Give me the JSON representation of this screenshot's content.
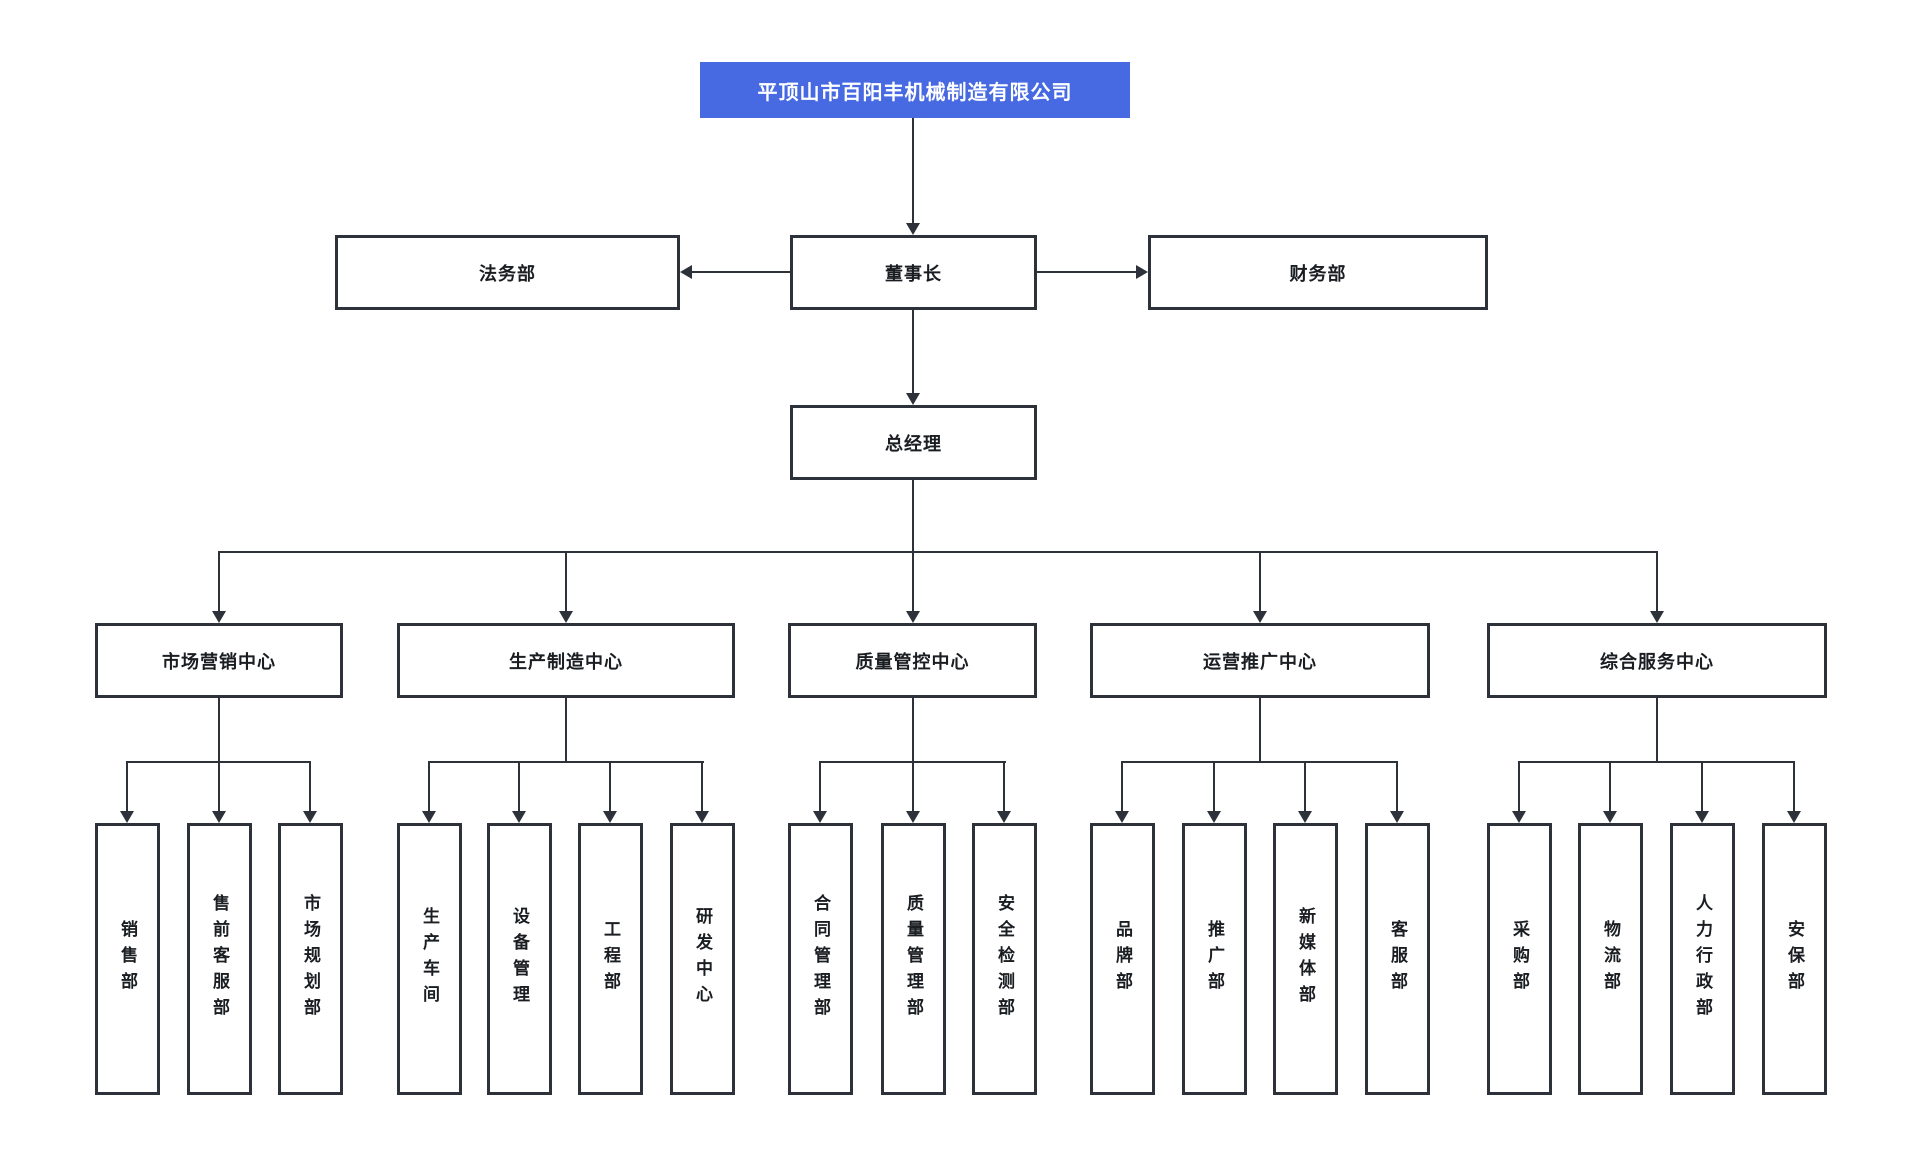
{
  "org": {
    "company": "平顶山市百阳丰机械制造有限公司",
    "board": {
      "legal": "法务部",
      "chairman": "董事长",
      "finance": "财务部",
      "general_manager": "总经理"
    },
    "centers": [
      {
        "label": "市场营销中心",
        "departments": [
          "销售部",
          "售前客服部",
          "市场规划部"
        ]
      },
      {
        "label": "生产制造中心",
        "departments": [
          "生产车间",
          "设备管理",
          "工程部",
          "研发中心"
        ]
      },
      {
        "label": "质量管控中心",
        "departments": [
          "合同管理部",
          "质量管理部",
          "安全检测部"
        ]
      },
      {
        "label": "运营推广中心",
        "departments": [
          "品牌部",
          "推广部",
          "新媒体部",
          "客服部"
        ]
      },
      {
        "label": "综合服务中心",
        "departments": [
          "采购部",
          "物流部",
          "人力行政部",
          "安保部"
        ]
      }
    ]
  },
  "colors": {
    "root_background": "#4769E1",
    "root_text": "#FFFFFF",
    "node_border": "#2C313A",
    "connector": "#2C313A",
    "node_text": "#1A1D21",
    "page_background": "#FFFFFF"
  }
}
